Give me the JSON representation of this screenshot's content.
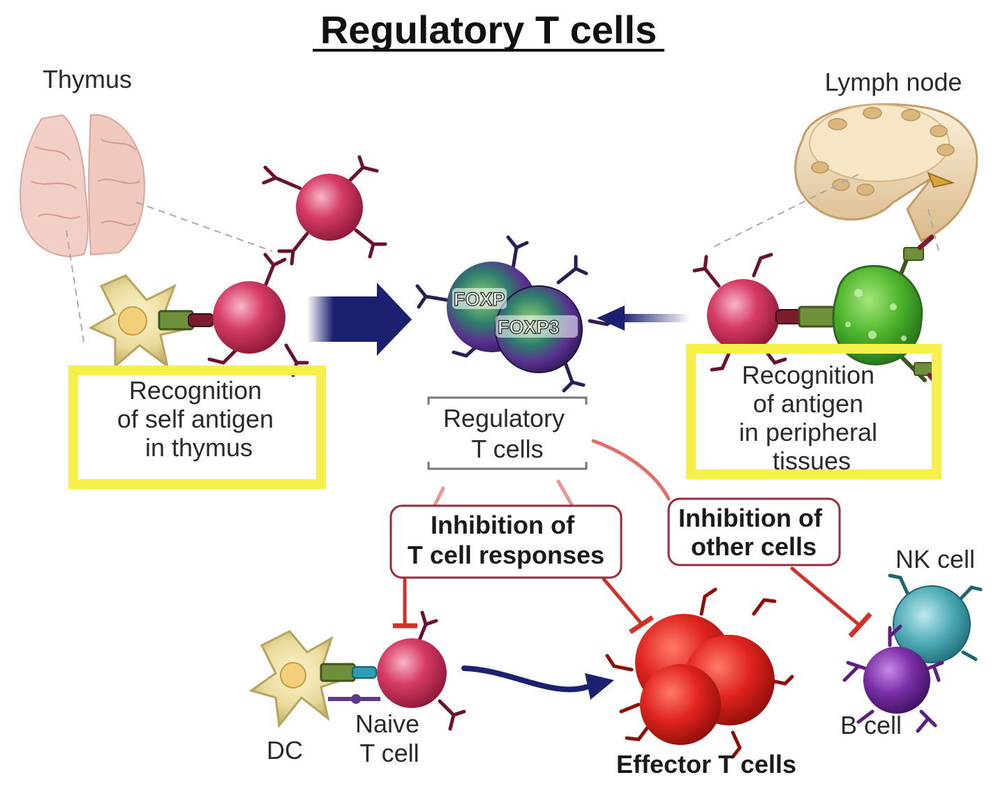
{
  "title": "Regulatory T cells",
  "labels": {
    "thymus": "Thymus",
    "lymph_node": "Lymph node",
    "nk_cell": "NK cell",
    "b_cell": "B cell",
    "dc": "DC",
    "naive_line1": "Naive",
    "naive_line2": "T cell",
    "effector": "Effector T cells",
    "foxp3_back": "FOXP",
    "foxp3_front": "FOXP3"
  },
  "boxes": {
    "thymus_recognition": [
      "Recognition",
      "of self antigen",
      "in thymus"
    ],
    "peripheral_recognition": [
      "Recognition",
      "of antigen",
      "in peripheral",
      "tissues"
    ],
    "treg": [
      "Regulatory",
      "T cells"
    ],
    "inhibit_t": [
      "Inhibition of",
      "T cell responses"
    ],
    "inhibit_other": [
      "Inhibition of",
      "other cells"
    ]
  },
  "colors": {
    "highlight_box": "#f6f04a",
    "inhibition": "#d4302a",
    "arrow": "#1b2170",
    "t_cell": "#d23c63",
    "effector_cell": "#dc241f",
    "dc_cell": "#e8d99a",
    "b_cell": "#7a2fa6",
    "nk_cell": "#4aa8b4",
    "apc_green": "#4fb62c"
  }
}
